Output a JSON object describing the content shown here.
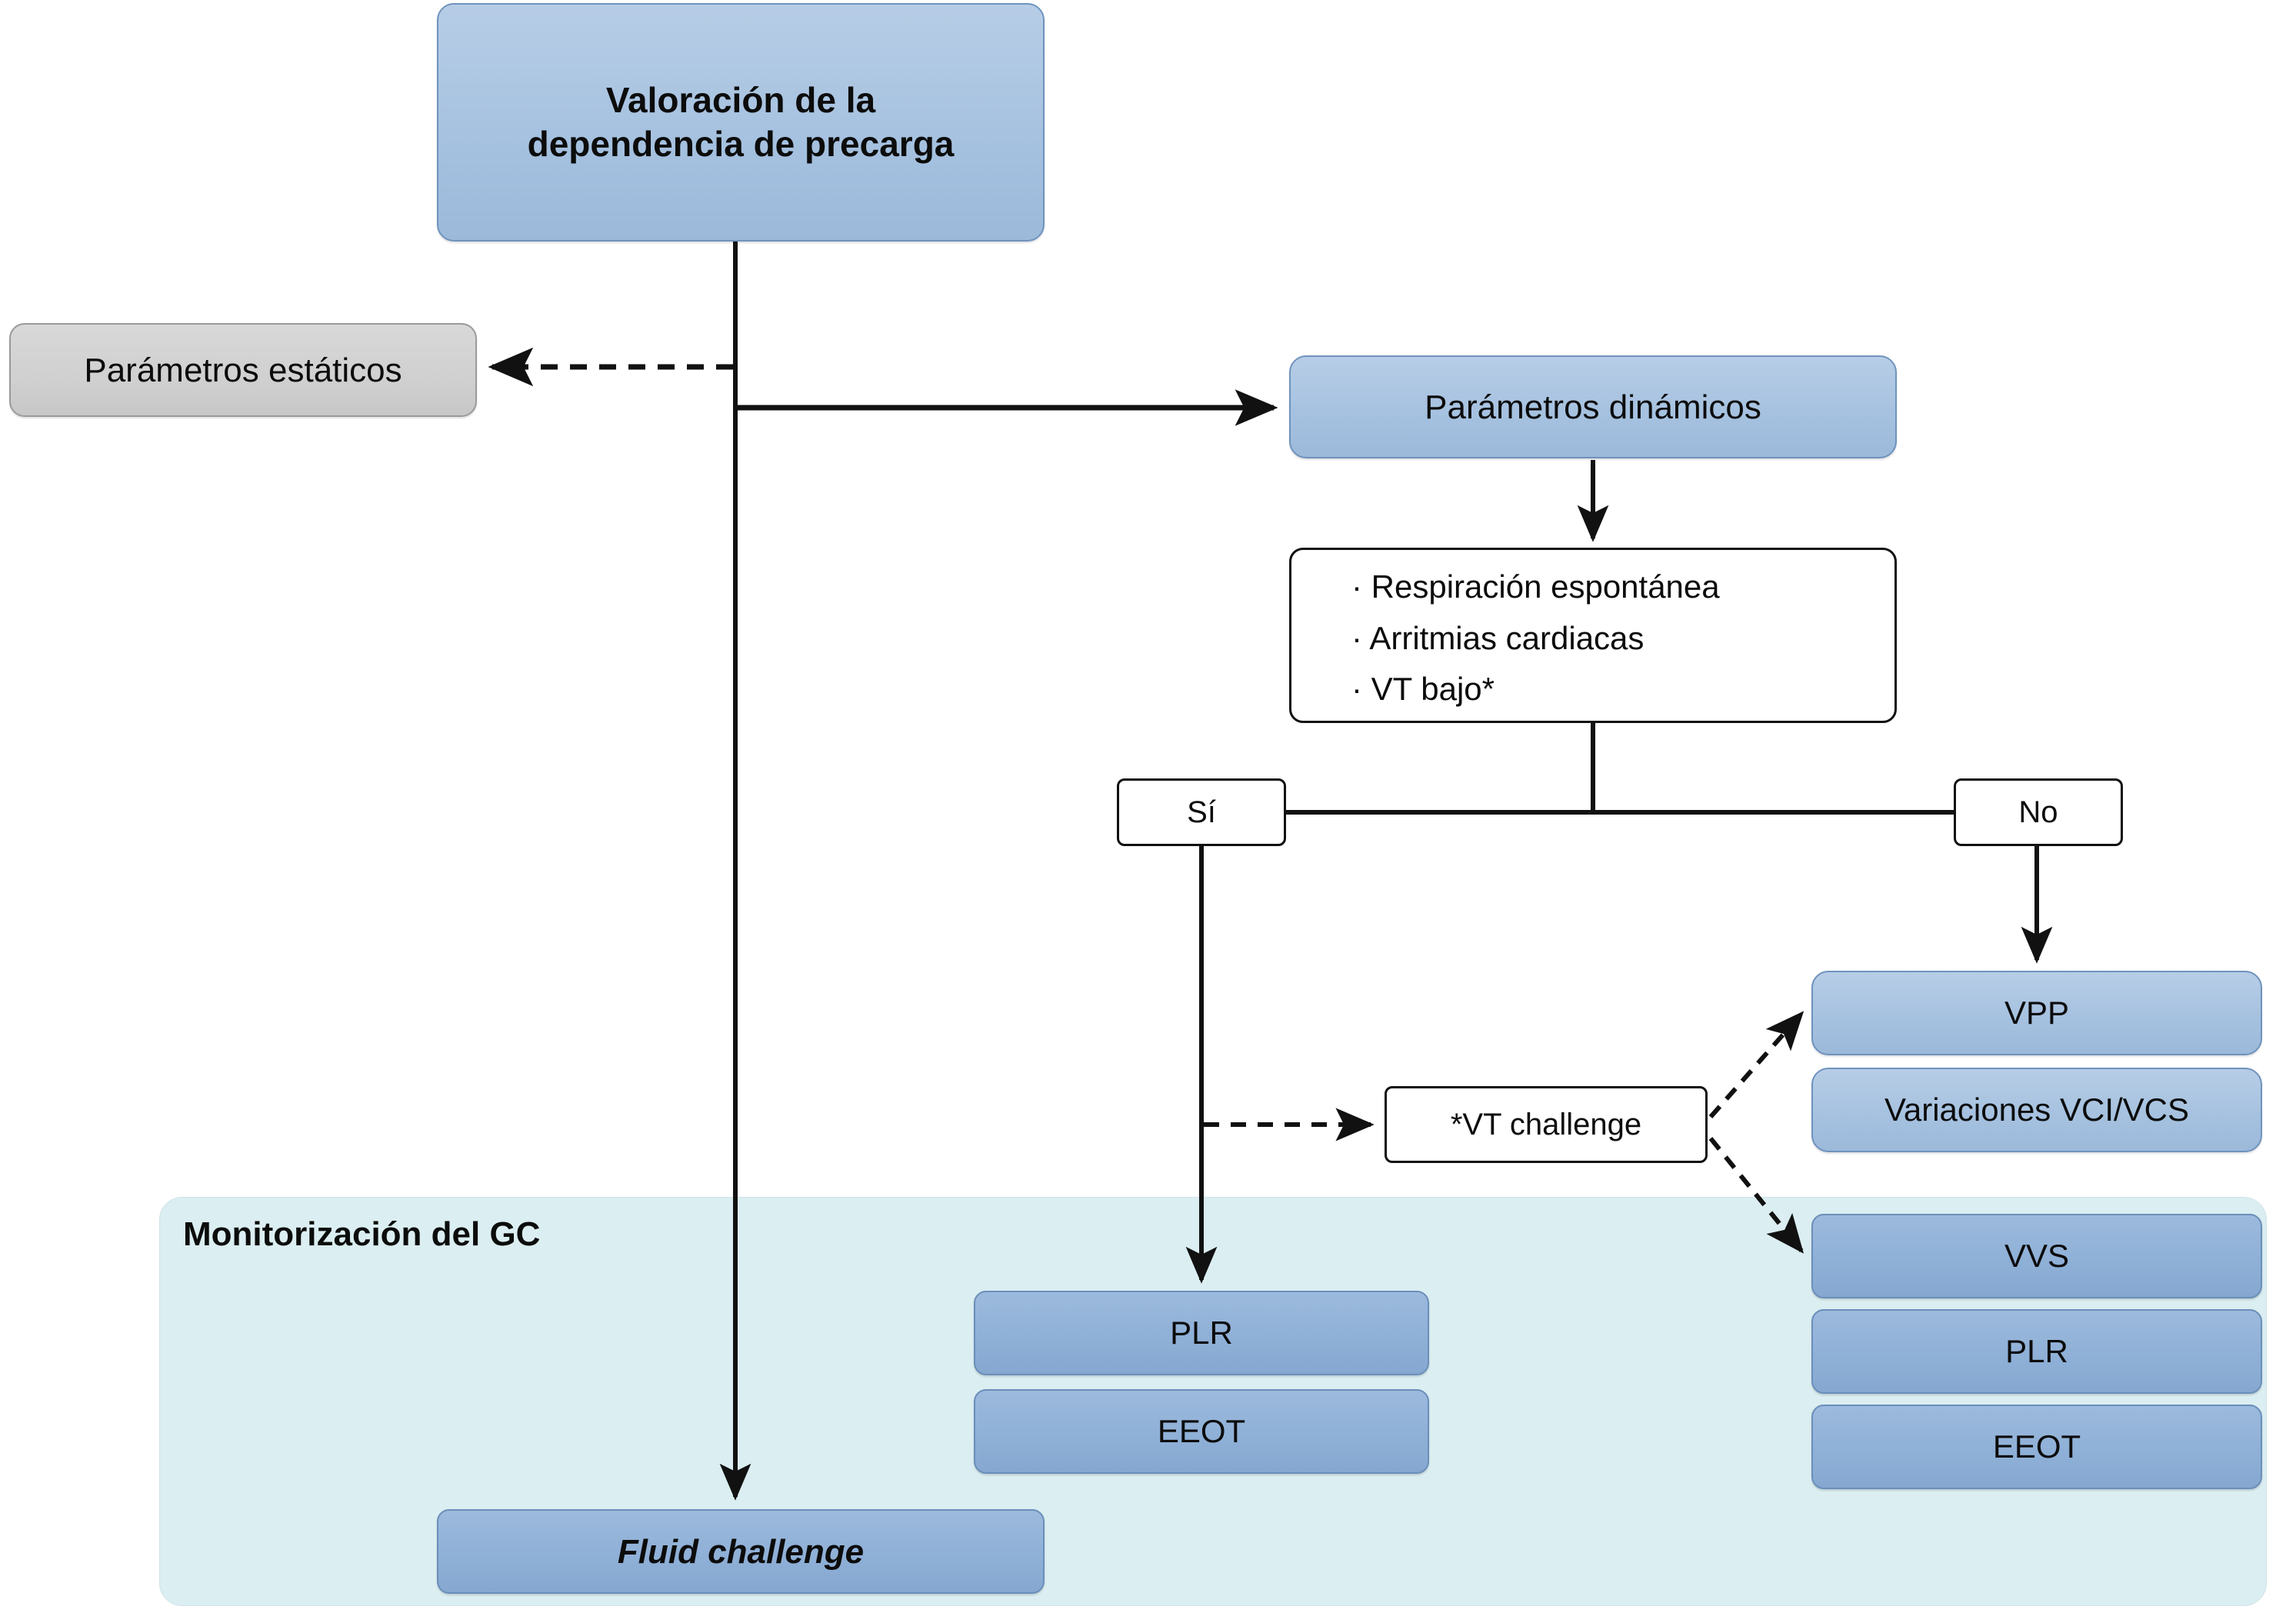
{
  "diagram": {
    "title_node": "Valoración de la\ndependencia de precarga",
    "nodes": {
      "root": {
        "label_line1": "Valoración de la",
        "label_line2": "dependencia de precarga"
      },
      "static_params": {
        "label": "Parámetros estáticos"
      },
      "dynamic_params": {
        "label": "Parámetros dinámicos"
      },
      "conditions": {
        "items": [
          "· Respiración espontánea",
          "· Arritmias cardiacas",
          "· VT bajo*"
        ]
      },
      "decision_yes": {
        "label": "Sí"
      },
      "decision_no": {
        "label": "No"
      },
      "vt_challenge": {
        "label": "*VT challenge"
      },
      "vpp": {
        "label": "VPP"
      },
      "vci_vcs": {
        "label": "Variaciones VCI/VCS"
      },
      "vvs": {
        "label": "VVS"
      },
      "plr_right": {
        "label": "PLR"
      },
      "eeot_right": {
        "label": "EEOT"
      },
      "plr_left": {
        "label": "PLR"
      },
      "eeot_left": {
        "label": "EEOT"
      },
      "fluid_challenge": {
        "label": "Fluid challenge"
      }
    },
    "panel": {
      "label": "Monitorización del GC"
    },
    "colors": {
      "node_blue_light": "#a6c2e0",
      "node_blue_mid": "#8fb0d7",
      "node_blue_border": "#6f93bd",
      "node_gray": "#d0d0d0",
      "node_gray_border": "#9a9a9a",
      "panel_background": "#dbeef1",
      "connector": "#111111",
      "text": "#0c0c0c",
      "page_background": "#ffffff"
    },
    "edges": [
      {
        "from": "root",
        "to": "static_params",
        "style": "dashed",
        "arrow": true
      },
      {
        "from": "root",
        "to": "dynamic_params",
        "style": "solid",
        "arrow": true
      },
      {
        "from": "root",
        "to": "fluid_challenge",
        "style": "solid",
        "arrow": true
      },
      {
        "from": "dynamic_params",
        "to": "conditions",
        "style": "solid",
        "arrow": true
      },
      {
        "from": "conditions",
        "to": "decision_yes",
        "style": "solid",
        "arrow": false
      },
      {
        "from": "conditions",
        "to": "decision_no",
        "style": "solid",
        "arrow": false
      },
      {
        "from": "decision_yes",
        "to": "plr_left",
        "style": "solid",
        "arrow": true
      },
      {
        "from": "decision_yes",
        "to": "vt_challenge",
        "style": "dashed",
        "arrow": true
      },
      {
        "from": "decision_no",
        "to": "vpp",
        "style": "solid",
        "arrow": true
      },
      {
        "from": "vt_challenge",
        "to": "vpp",
        "style": "dashed",
        "arrow": true
      },
      {
        "from": "vt_challenge",
        "to": "vvs",
        "style": "dashed",
        "arrow": true
      }
    ]
  }
}
